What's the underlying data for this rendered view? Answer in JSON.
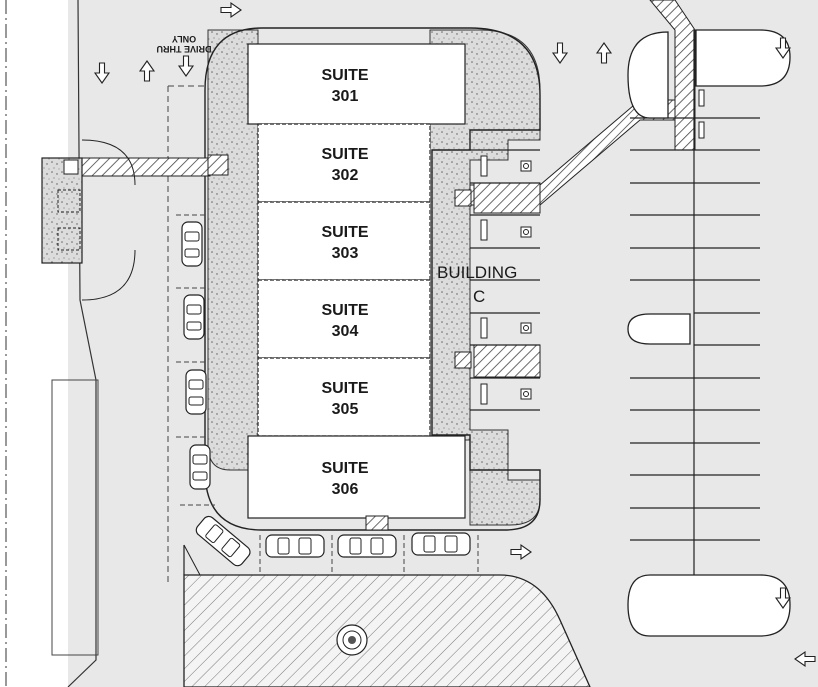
{
  "plan": {
    "suites": [
      {
        "label": "SUITE",
        "number": "301"
      },
      {
        "label": "SUITE",
        "number": "302"
      },
      {
        "label": "SUITE",
        "number": "303"
      },
      {
        "label": "SUITE",
        "number": "304"
      },
      {
        "label": "SUITE",
        "number": "305"
      },
      {
        "label": "SUITE",
        "number": "306"
      }
    ],
    "building": {
      "line1": "BUILDING",
      "line2": "C"
    },
    "drive_thru": {
      "line1": "DRIVE THRU",
      "line2": "ONLY"
    }
  },
  "colors": {
    "pavement": "#e8e8e8",
    "building_fill": "#ffffff",
    "landscape": "#d2d2d2",
    "hatch": "#555555",
    "line": "#1a1a1a"
  },
  "icons": {
    "accessible": "accessible-parking-icon",
    "arrow": "traffic-arrow-icon",
    "car": "parked-car-icon",
    "tree": "tree-symbol-icon"
  }
}
